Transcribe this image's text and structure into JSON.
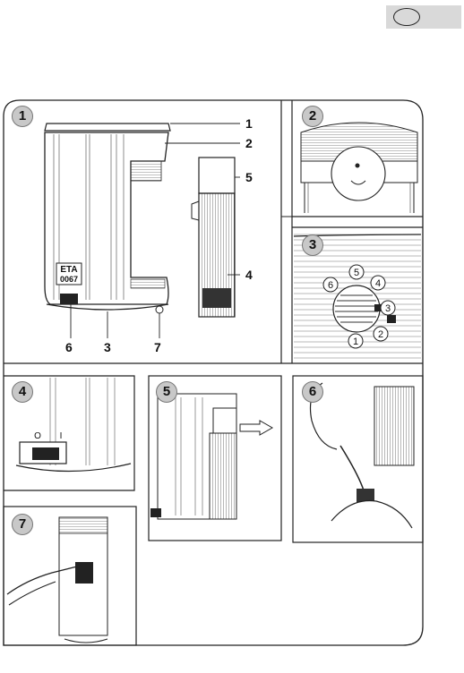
{
  "header": {
    "language_indicator": ""
  },
  "panels": [
    {
      "id": "1",
      "callouts": {
        "c1": "1",
        "c2": "2",
        "c3": "3",
        "c4": "4",
        "c5": "5",
        "c6": "6",
        "c7": "7"
      },
      "badge_text": "ETA",
      "badge_model": "0067"
    },
    {
      "id": "2"
    },
    {
      "id": "3",
      "dial_numbers": [
        "1",
        "2",
        "3",
        "4",
        "5",
        "6"
      ]
    },
    {
      "id": "4",
      "switch_off": "O",
      "switch_on": "I"
    },
    {
      "id": "5"
    },
    {
      "id": "6"
    },
    {
      "id": "7"
    }
  ]
}
